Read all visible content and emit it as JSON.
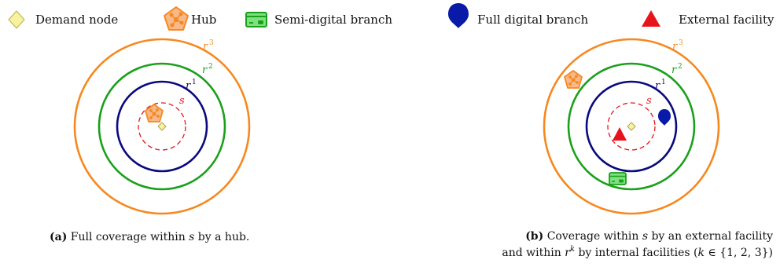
{
  "legend": {
    "demand_node": "Demand node",
    "hub": "Hub",
    "semi_digital": "Semi-digital branch",
    "full_digital": "Full digital branch",
    "external": "External facility"
  },
  "colors": {
    "orange": "#f7881f",
    "green": "#1aa01a",
    "navy": "#0a0a80",
    "red": "#e8141c",
    "yellow": "#f7f2a0",
    "hub_fill": "#f8b98a",
    "branch_fill": "#7fe07f",
    "digital_blue": "#0a1aa8"
  },
  "panel_a": {
    "labels": {
      "r3": "r",
      "r3_sup": "3",
      "r2": "r",
      "r2_sup": "2",
      "r1": "r",
      "r1_sup": "1",
      "s": "s"
    },
    "caption": {
      "tag": "(a)",
      "pre": "Full coverage within ",
      "var": "s",
      "post": " by a hub."
    }
  },
  "panel_b": {
    "labels": {
      "r3": "r",
      "r3_sup": "3",
      "r2": "r",
      "r2_sup": "2",
      "r1": "r",
      "r1_sup": "1",
      "s": "s"
    },
    "caption": {
      "tag": "(b)",
      "line1_pre": "Coverage within ",
      "line1_var": "s",
      "line1_post": " by an external facility",
      "line2_pre": "and within ",
      "line2_var": "r",
      "line2_sup": "k",
      "line2_post": " by internal facilities (",
      "line2_k": "k",
      "line2_set": " ∈ {1, 2, 3})"
    }
  }
}
